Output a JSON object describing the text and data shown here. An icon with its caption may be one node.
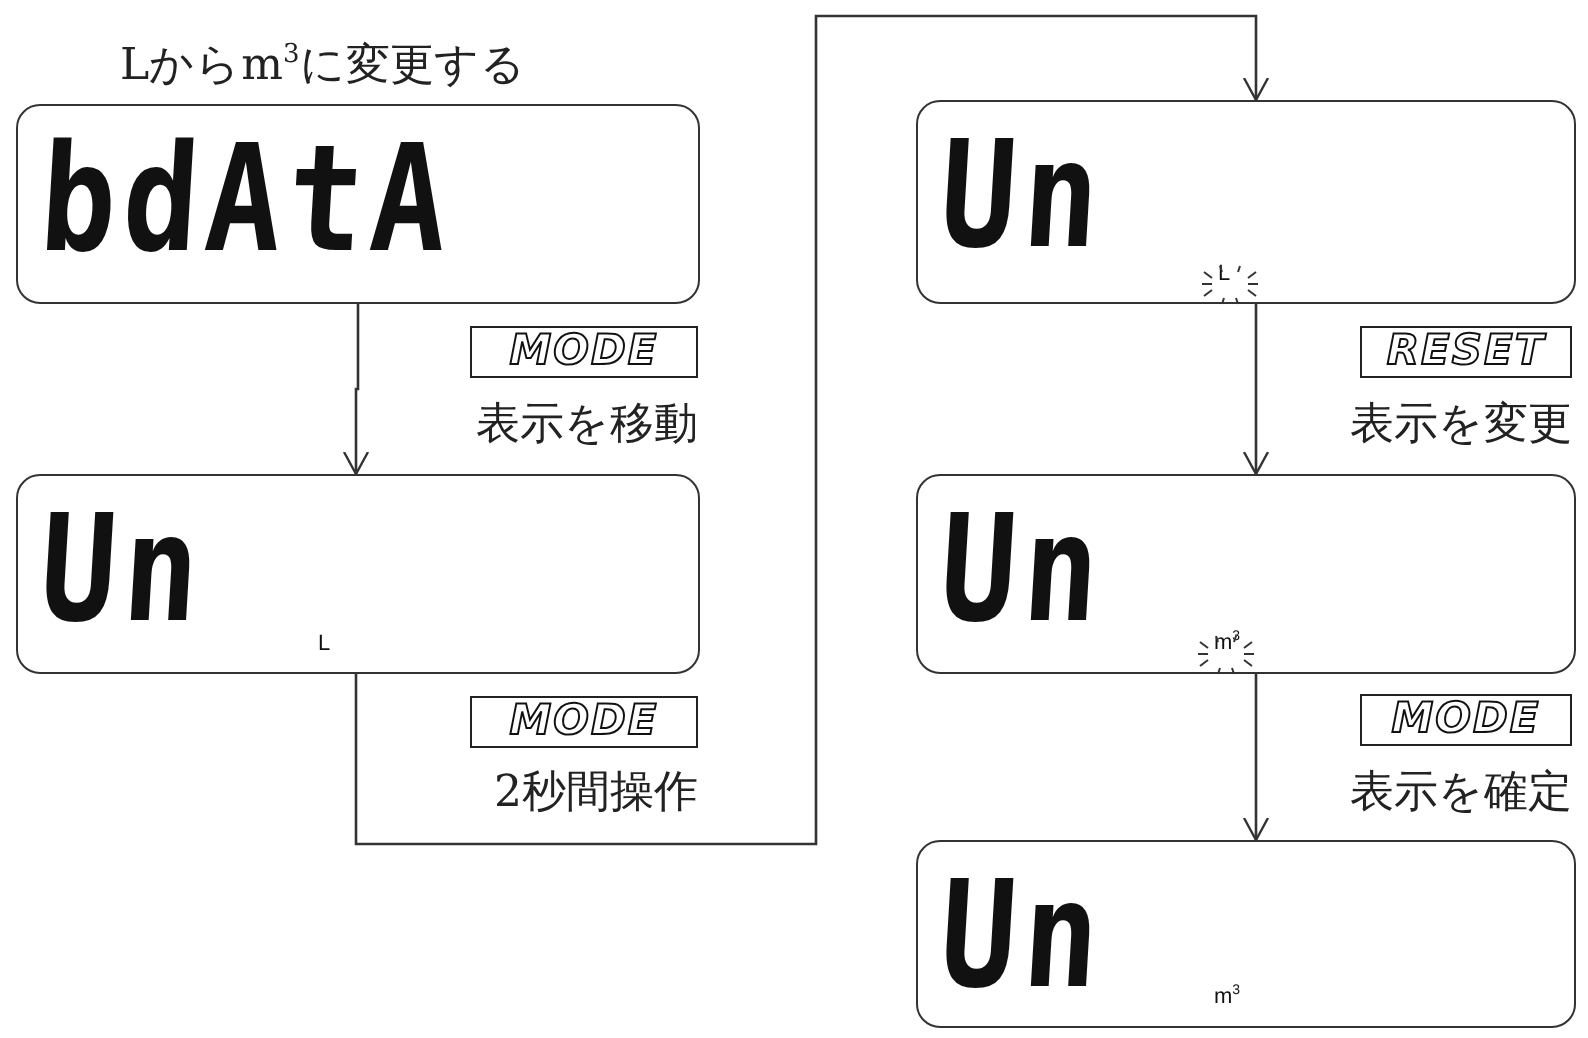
{
  "diagram": {
    "title": "Lからm$^{3}$に変更する",
    "nodes": [
      {
        "text": [
          "bdAtA"
        ]
      },
      {
        "text": [
          "Un",
          "L"
        ]
      },
      {
        "text": [
          "Un",
          "L"
        ]
      },
      {
        "text": [
          "Un",
          "m$^{3}$"
        ]
      },
      {
        "text": [
          "Un",
          "m$^{3}$"
        ]
      }
    ],
    "edges": [
      {
        "from": 0,
        "to": 1,
        "arrow": "to"
      },
      {
        "from": 1,
        "to": 2,
        "arrow": "to"
      },
      {
        "from": 2,
        "to": 3,
        "arrow": "to"
      },
      {
        "from": 3,
        "to": 4,
        "arrow": "to"
      }
    ],
    "labels": [
      "MODE",
      "表示を移動",
      "MODE",
      "2秒間操作",
      "RESET",
      "表示を変更",
      "MODE",
      "表示を確定"
    ]
  }
}
